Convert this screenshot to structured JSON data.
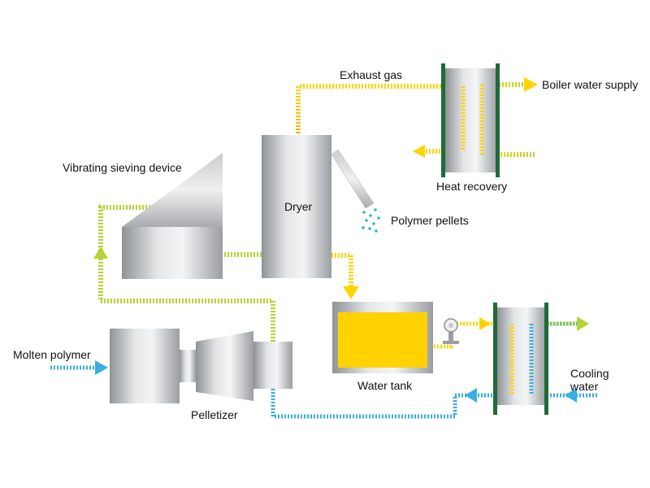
{
  "labels": {
    "exhaust_gas": "Exhaust gas",
    "boiler_water_supply": "Boiler water supply",
    "vibrating_sieving_device": "Vibrating sieving device",
    "dryer": "Dryer",
    "heat_recovery": "Heat recovery",
    "polymer_pellets": "Polymer pellets",
    "molten_polymer": "Molten polymer",
    "water_tank": "Water tank",
    "pelletizer": "Pelletizer",
    "cooling_water_line1": "Cooling",
    "cooling_water_line2": "water"
  },
  "colors": {
    "hot_stream": "#ffd400",
    "warm_stream": "#f5a623",
    "recycle_stream": "#b5d334",
    "cold_stream": "#3aaee0",
    "frame_green": "#1e6b3a",
    "water_fill": "#ffd200"
  }
}
